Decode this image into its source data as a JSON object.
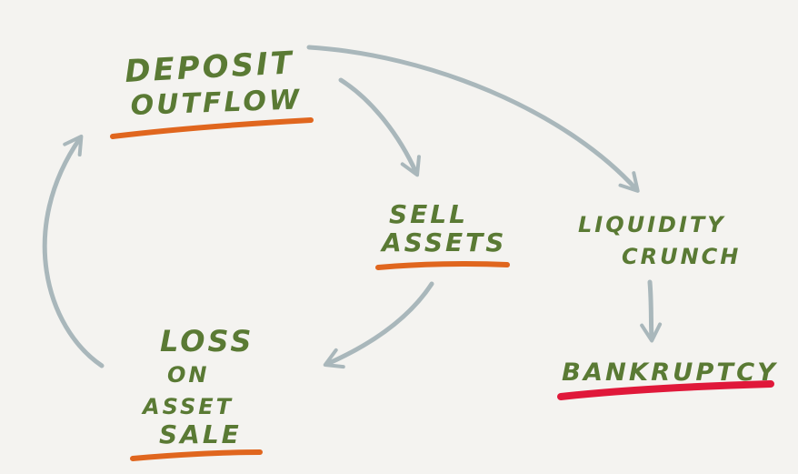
{
  "diagram": {
    "nodes": {
      "deposit_outflow": {
        "line1": "DEPOSIT",
        "line2": "OUTFLOW"
      },
      "sell_assets": {
        "line1": "SELL",
        "line2": "ASSETS"
      },
      "liquidity_crunch": {
        "line1": "LIQUIDITY",
        "line2": "CRUNCH"
      },
      "bankruptcy": {
        "line1": "BANKRUPTCY"
      },
      "loss_on_asset_sale": {
        "line1": "LOSS",
        "line2": "ON",
        "line3": "ASSET",
        "line4": "SALE"
      }
    },
    "colors": {
      "text": "#5a7a34",
      "arrow": "#a9b7bb",
      "underline_normal": "#e0661e",
      "underline_critical": "#e0183a",
      "background": "#f4f3f0"
    }
  }
}
